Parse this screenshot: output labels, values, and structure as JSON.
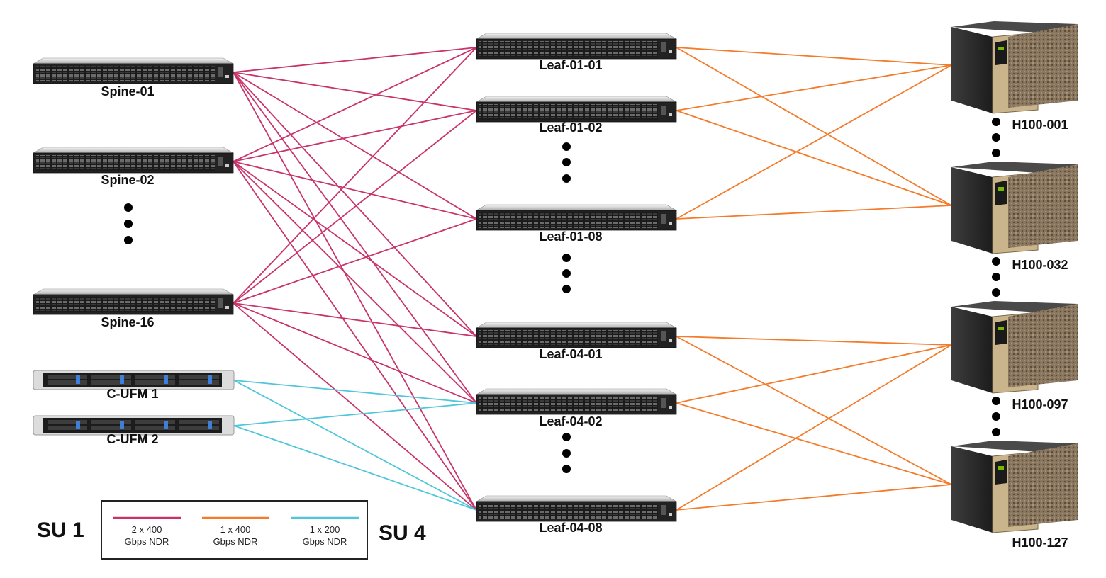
{
  "spines": [
    {
      "label": "Spine-01"
    },
    {
      "label": "Spine-02"
    },
    {
      "label": "Spine-16"
    }
  ],
  "ufms": [
    {
      "label": "C-UFM 1"
    },
    {
      "label": "C-UFM 2"
    }
  ],
  "leafs": [
    {
      "label": "Leaf-01-01"
    },
    {
      "label": "Leaf-01-02"
    },
    {
      "label": "Leaf-01-08"
    },
    {
      "label": "Leaf-04-01"
    },
    {
      "label": "Leaf-04-02"
    },
    {
      "label": "Leaf-04-08"
    }
  ],
  "servers": [
    {
      "label": "H100-001"
    },
    {
      "label": "H100-032"
    },
    {
      "label": "H100-097"
    },
    {
      "label": "H100-127"
    }
  ],
  "su_labels": {
    "left": "SU 1",
    "right": "SU 4"
  },
  "legend": [
    {
      "line1": "2 x 400",
      "line2": "Gbps NDR",
      "color": "#c8336a"
    },
    {
      "line1": "1 x 400",
      "line2": "Gbps NDR",
      "color": "#f47b2a"
    },
    {
      "line1": "1 x 200",
      "line2": "Gbps NDR",
      "color": "#4fc6d9"
    }
  ],
  "colors": {
    "spine_link": "#c8336a",
    "server_link": "#f47b2a",
    "ufm_link": "#4fc6d9"
  }
}
